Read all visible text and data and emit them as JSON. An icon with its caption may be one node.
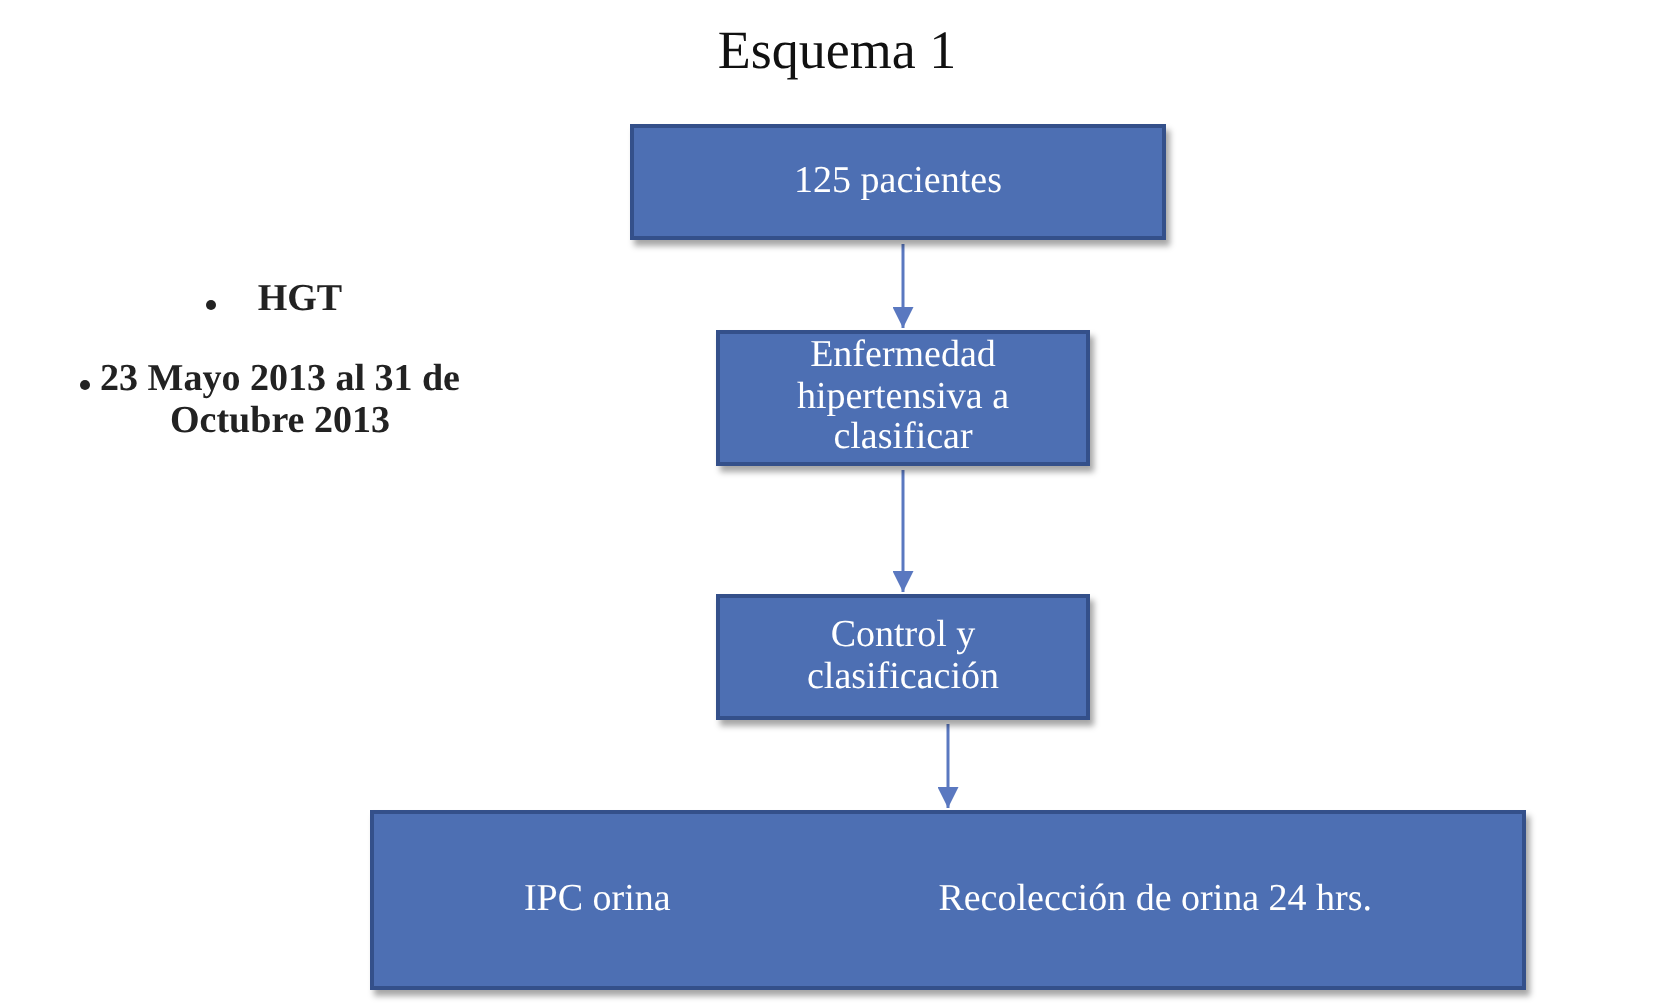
{
  "diagram": {
    "title": "Esquema 1",
    "nodes": [
      {
        "text": [
          "125 pacientes"
        ]
      },
      {
        "text": [
          "Enfermedad hipertensiva a clasificar"
        ]
      },
      {
        "text": [
          "Control y clasificación"
        ]
      },
      {
        "text": [
          "IPC orina",
          "Recolección de orina 24 hrs."
        ]
      }
    ],
    "edges": [
      {
        "from": 0,
        "to": 1,
        "arrow": "to"
      },
      {
        "from": 1,
        "to": 2,
        "arrow": "to"
      },
      {
        "from": 2,
        "to": 3,
        "arrow": "to"
      }
    ],
    "labels": [
      "HGT",
      "23 Mayo 2013 al 31 de Octubre 2013"
    ]
  }
}
